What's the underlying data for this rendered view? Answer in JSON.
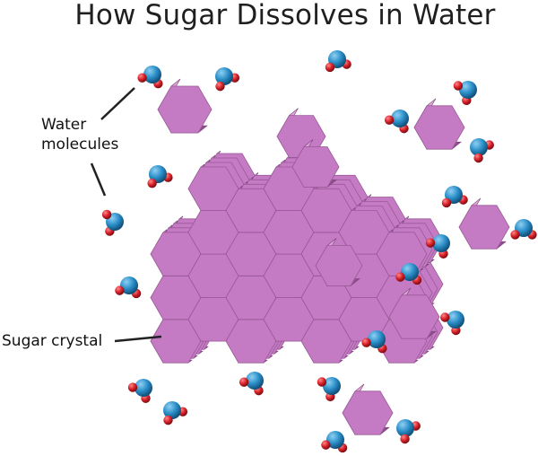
{
  "title": "How Sugar Dissolves in Water",
  "labels": {
    "water_line1": "Water",
    "water_line2": "molecules",
    "sugar": "Sugar crystal"
  },
  "colors": {
    "sugar_face": "#c57bc4",
    "sugar_top": "#dca6da",
    "sugar_side": "#8e4f8c",
    "oxygen": "#2b8fc9",
    "hydrogen": "#d8222a",
    "label_line": "#222222"
  }
}
